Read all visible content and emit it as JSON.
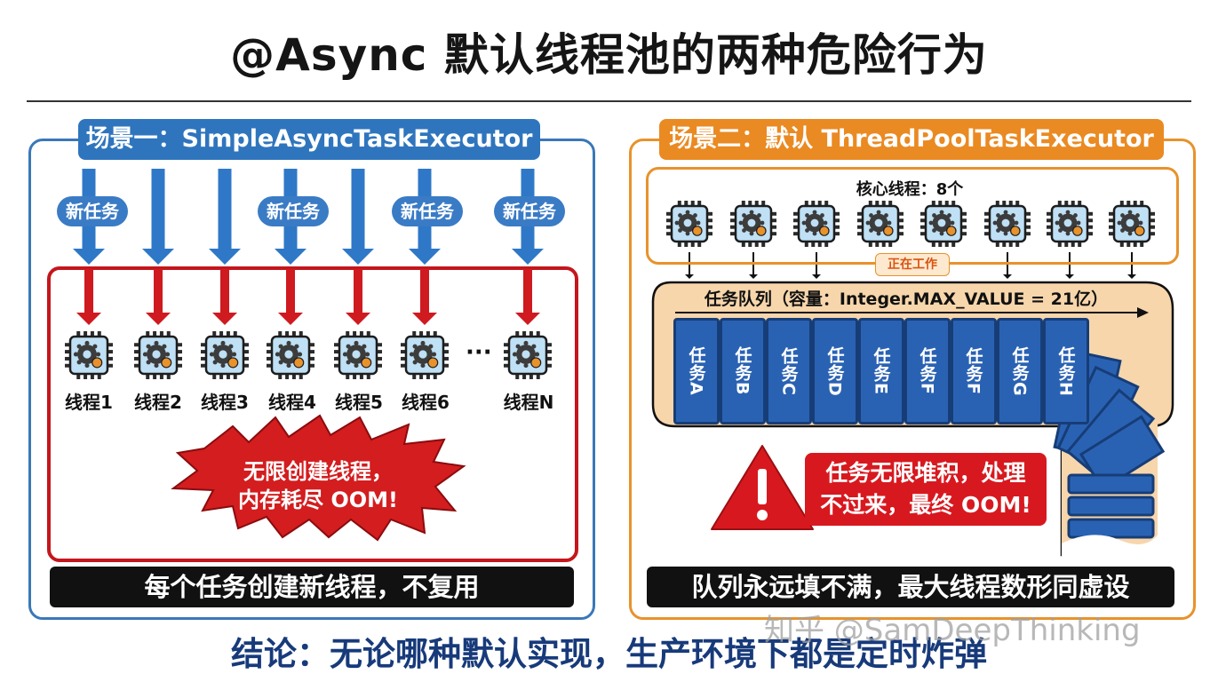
{
  "title": "@Async 默认线程池的两种危险行为",
  "scenario1": {
    "header": "场景一：SimpleAsyncTaskExecutor",
    "new_task_label": "新任务",
    "threads": [
      "线程1",
      "线程2",
      "线程3",
      "线程4",
      "线程5",
      "线程6",
      "线程N"
    ],
    "ellipsis": "···",
    "burst_line1": "无限创建线程，",
    "burst_line2": "内存耗尽 OOM!",
    "footer": "每个任务创建新线程，不复用"
  },
  "scenario2": {
    "header": "场景二：默认 ThreadPoolTaskExecutor",
    "core_label": "核心线程：8个",
    "working_label": "正在工作",
    "queue_label": "任务队列（容量：Integer.MAX_VALUE = 21亿）",
    "tasks": [
      "任务A",
      "任务B",
      "任务C",
      "任务D",
      "任务E",
      "任务F",
      "任务F",
      "任务G",
      "任务H"
    ],
    "warning_line1": "任务无限堆积，处理",
    "warning_line2": "不过来，最终 OOM!",
    "footer": "队列永远填不满，最大线程数形同虚设"
  },
  "conclusion": "结论：无论哪种默认实现，生产环境下都是定时炸弹",
  "watermark": "知乎 @SamDeepThinking",
  "colors": {
    "blue": "#2f75bd",
    "orange": "#ea8a22",
    "red": "#c4161c",
    "navy": "#173a7a"
  }
}
